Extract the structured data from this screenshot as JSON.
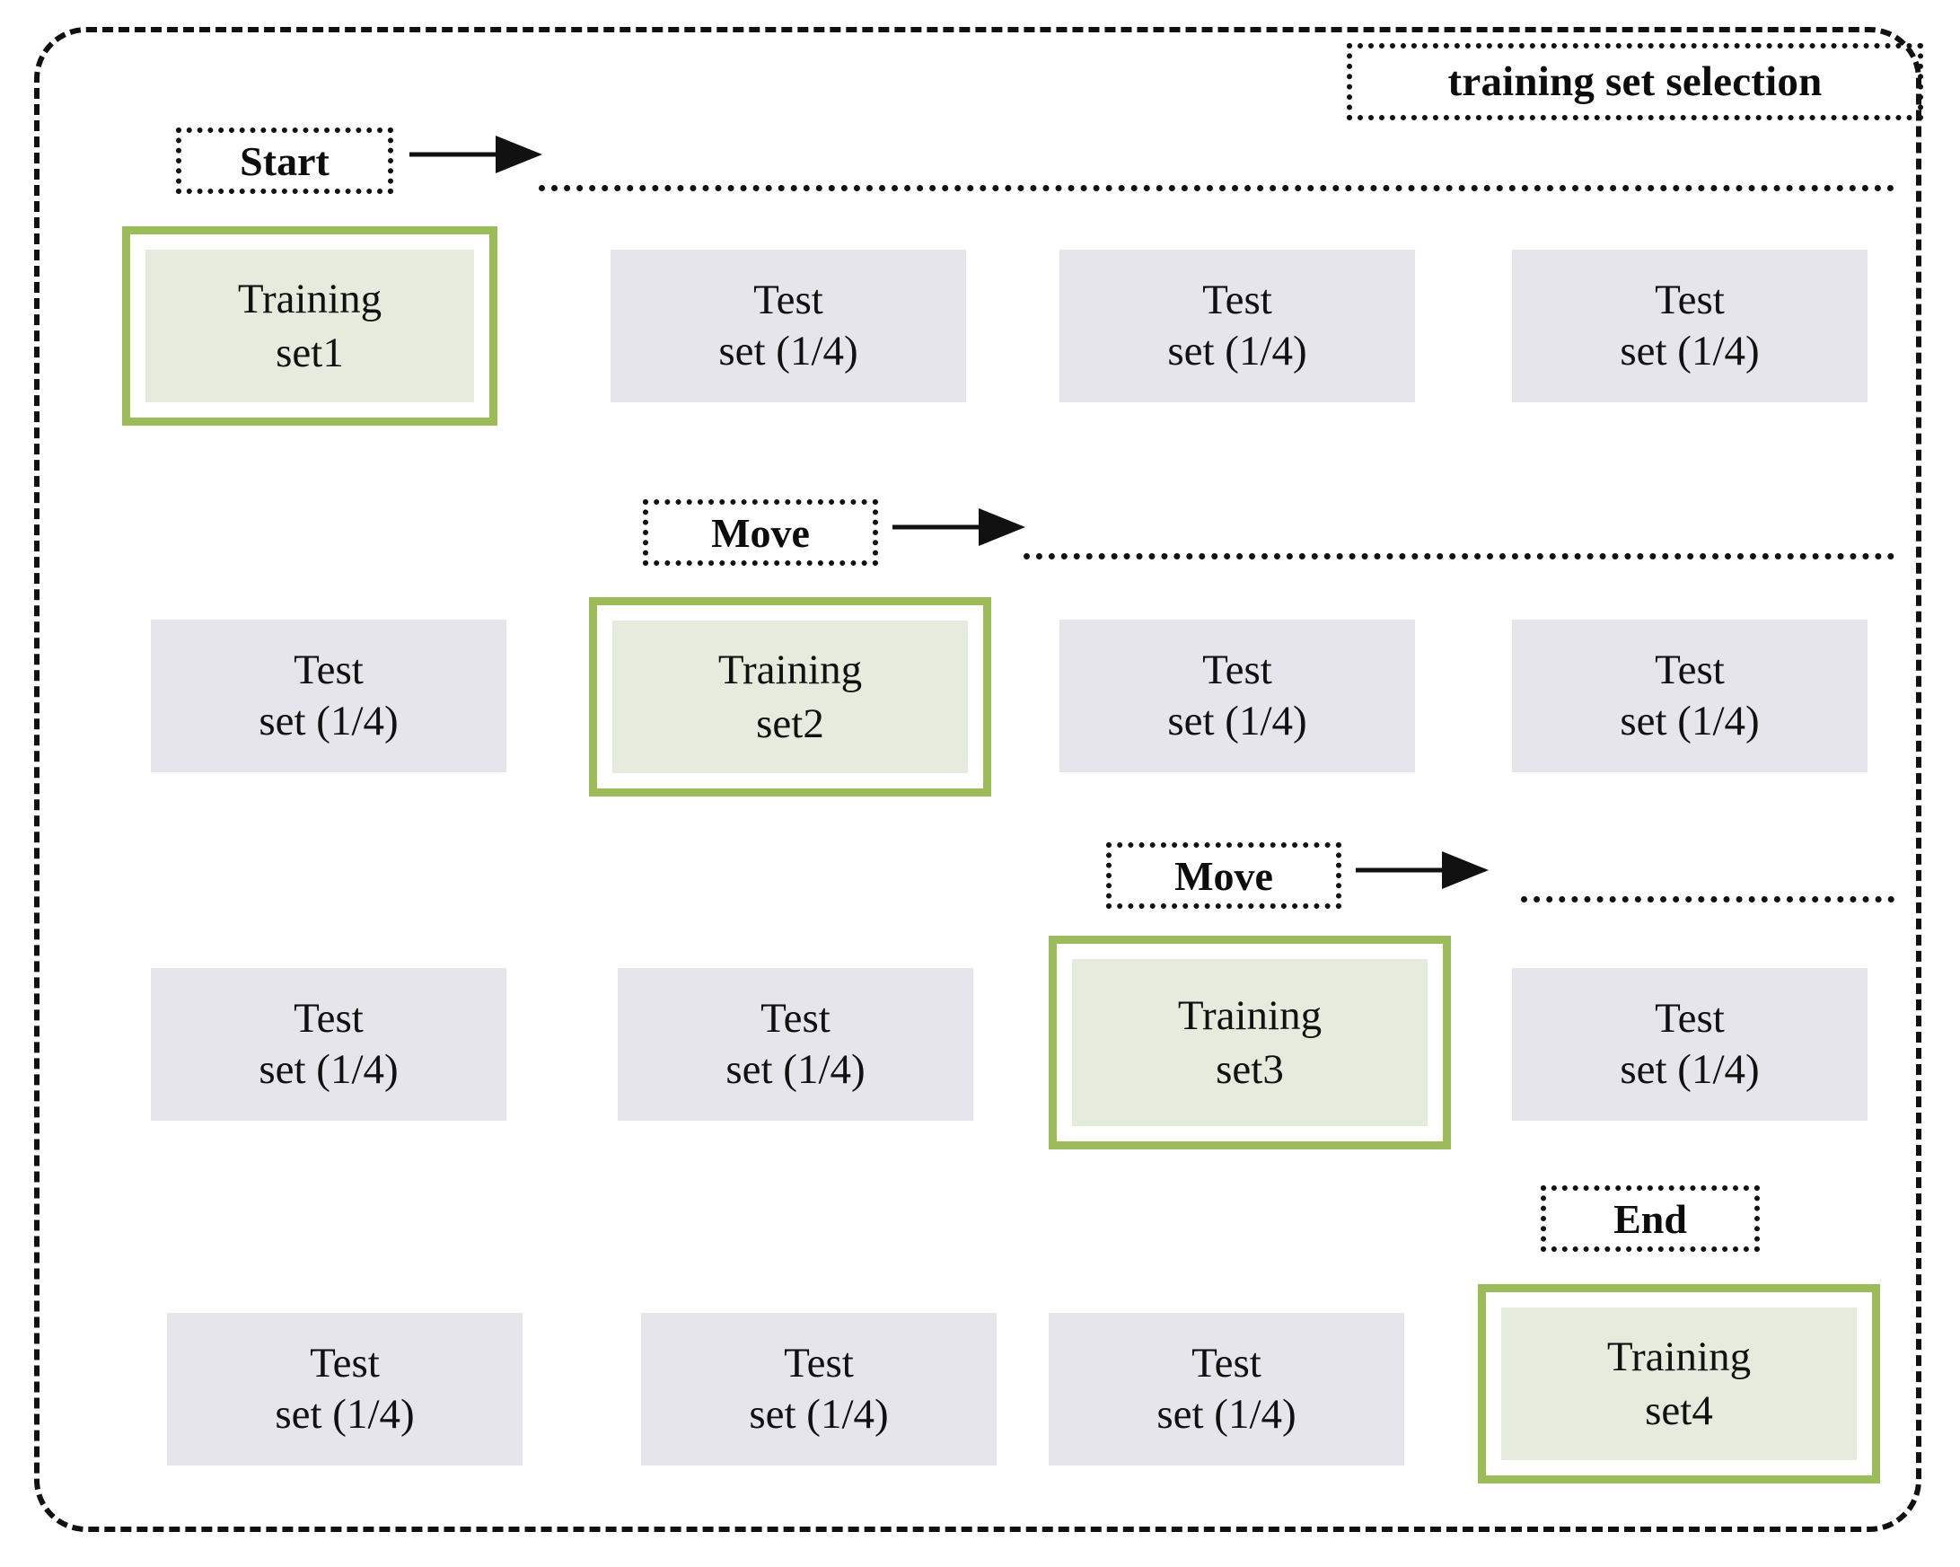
{
  "diagram": {
    "title": "training set selection",
    "outer_border_style": "dashed-rounded",
    "colors": {
      "training_border": "#9CBC5C",
      "training_fill": "#E5EBDD",
      "test_fill": "#E7E5EC",
      "ink": "#111111",
      "background": "#FFFFFF"
    }
  },
  "steps": [
    {
      "label": "Start",
      "has_arrow": true
    },
    {
      "label": "Move",
      "has_arrow": true
    },
    {
      "label": "Move",
      "has_arrow": true
    },
    {
      "label": "End",
      "has_arrow": false
    }
  ],
  "rows": [
    {
      "index": 1,
      "step_label": "Start",
      "training_column": 1,
      "cells": [
        {
          "kind": "training",
          "line1": "Training",
          "line2": "set1"
        },
        {
          "kind": "test",
          "line1": "Test",
          "line2": "set (1/4)"
        },
        {
          "kind": "test",
          "line1": "Test",
          "line2": "set (1/4)"
        },
        {
          "kind": "test",
          "line1": "Test",
          "line2": "set (1/4)"
        }
      ]
    },
    {
      "index": 2,
      "step_label": "Move",
      "training_column": 2,
      "cells": [
        {
          "kind": "test",
          "line1": "Test",
          "line2": "set (1/4)"
        },
        {
          "kind": "training",
          "line1": "Training",
          "line2": "set2"
        },
        {
          "kind": "test",
          "line1": "Test",
          "line2": "set (1/4)"
        },
        {
          "kind": "test",
          "line1": "Test",
          "line2": "set (1/4)"
        }
      ]
    },
    {
      "index": 3,
      "step_label": "Move",
      "training_column": 3,
      "cells": [
        {
          "kind": "test",
          "line1": "Test",
          "line2": "set (1/4)"
        },
        {
          "kind": "test",
          "line1": "Test",
          "line2": "set (1/4)"
        },
        {
          "kind": "training",
          "line1": "Training",
          "line2": "set3"
        },
        {
          "kind": "test",
          "line1": "Test",
          "line2": "set (1/4)"
        }
      ]
    },
    {
      "index": 4,
      "step_label": "End",
      "training_column": 4,
      "cells": [
        {
          "kind": "test",
          "line1": "Test",
          "line2": "set (1/4)"
        },
        {
          "kind": "test",
          "line1": "Test",
          "line2": "set (1/4)"
        },
        {
          "kind": "test",
          "line1": "Test",
          "line2": "set (1/4)"
        },
        {
          "kind": "training",
          "line1": "Training",
          "line2": "set4"
        }
      ]
    }
  ]
}
